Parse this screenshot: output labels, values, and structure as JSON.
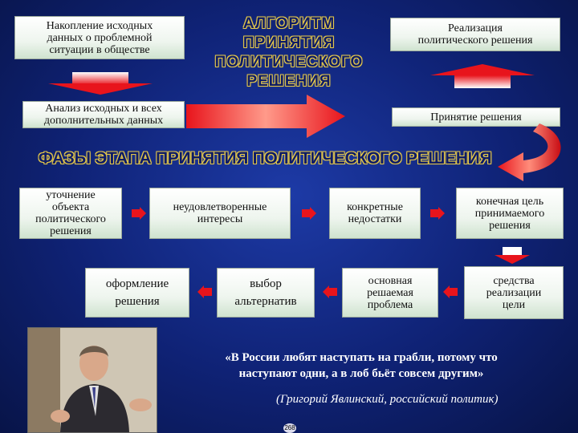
{
  "title_lines": [
    "АЛГОРИТМ",
    "ПРИНЯТИЯ",
    "ПОЛИТИЧЕСКОГО",
    "РЕШЕНИЯ"
  ],
  "phases_title": "ФАЗЫ ЭТАПА ПРИНЯТИЯ ПОЛИТИЧЕСКОГО РЕШЕНИЯ",
  "top_boxes": {
    "accumulation": "Накопление исходных\nданных о проблемной\nситуации в обществе",
    "analysis": "Анализ исходных и всех\nдополнительных данных",
    "implementation": "Реализация\nполитического решения",
    "decision": "Принятие решения"
  },
  "phases_row1": [
    "уточнение\nобъекта\nполитического\nрешения",
    "неудовлетворенные\nинтересы",
    "конкретные\nнедостатки",
    "конечная цель\nпринимаемого\nрешения"
  ],
  "phases_row2": [
    "оформление\nрешения",
    "выбор\nальтернатив",
    "основная\nрешаемая\nпроблема",
    "средства\nреализации\nцели"
  ],
  "quote": "«В России любят наступать на грабли, потому что\nнаступают одни, а в лоб бьёт совсем другим»",
  "author": "(Григорий Явлинский, российский политик)",
  "slide_number": "268",
  "colors": {
    "arrow_red": "#e8141c",
    "title_yellow": "#e6c94a",
    "background": "#0f2275"
  }
}
